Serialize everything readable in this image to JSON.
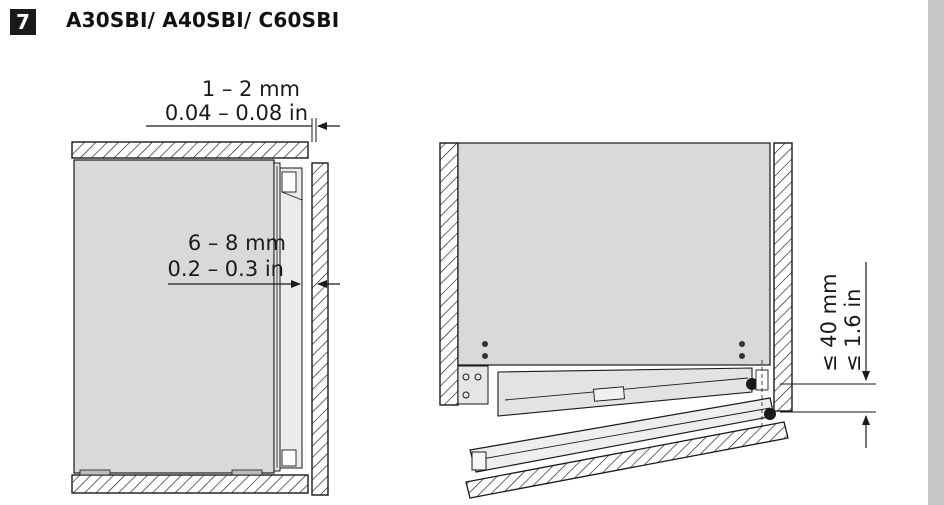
{
  "step": {
    "number": "7"
  },
  "heading": "A30SBI/ A40SBI/ C60SBI",
  "left_view": {
    "gap_top": {
      "mm": "1 – 2 mm",
      "in": "0.04 – 0.08 in"
    },
    "gap_side": {
      "mm": "6 – 8 mm",
      "in": "0.2 – 0.3 in"
    }
  },
  "right_view": {
    "drop": {
      "mm": "≤ 40 mm",
      "in": "≤ 1.6 in"
    }
  },
  "colors": {
    "appliance": "#d9d9d9",
    "line": "#1a1a1a",
    "hatch": "#1a1a1a",
    "sidebar": "#c8c8c8"
  }
}
